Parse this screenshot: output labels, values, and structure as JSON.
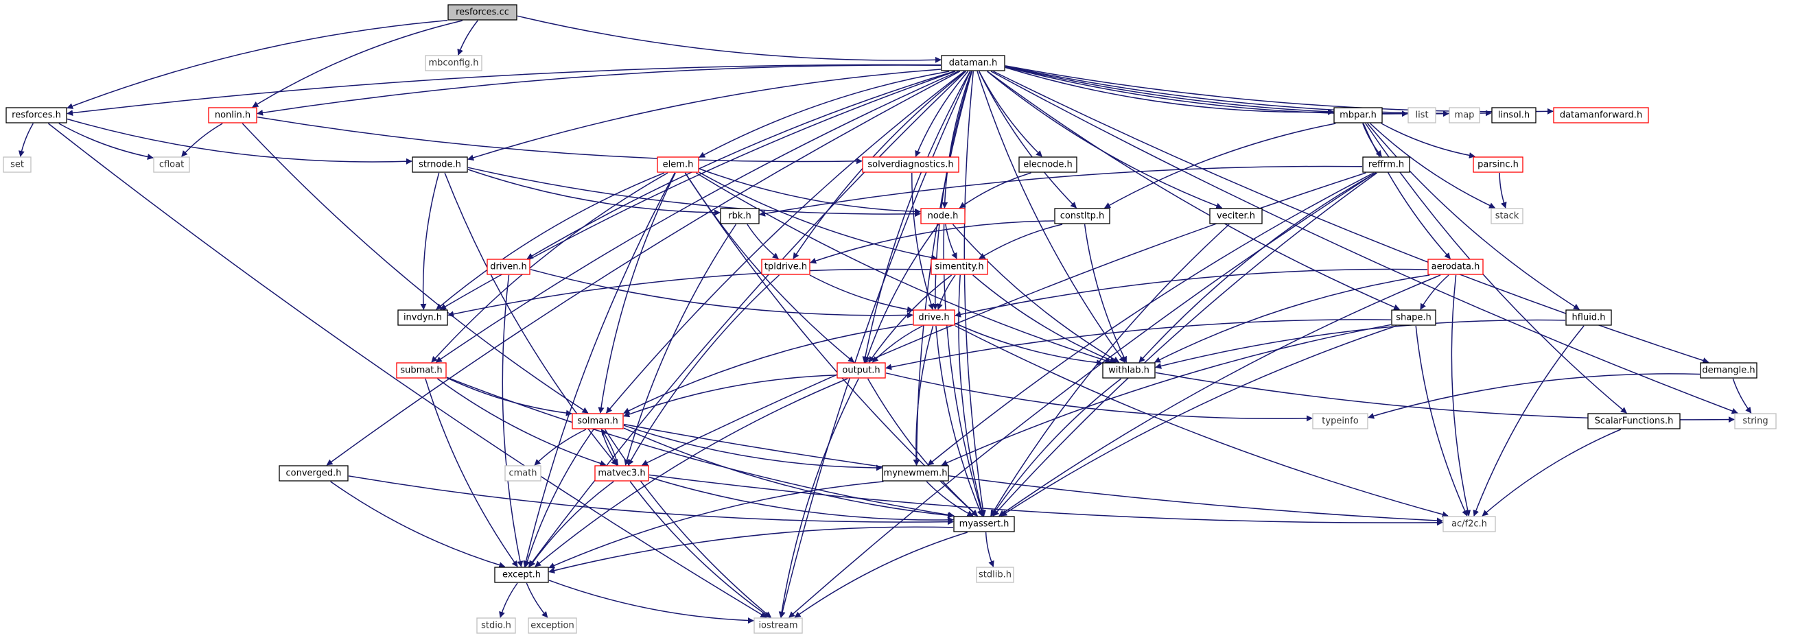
{
  "title": "resforces.cc",
  "colors": {
    "edge": "#191970",
    "root_fill": "#bfbfbf",
    "node_border": "#000000",
    "incomplete_border": "#ff0000",
    "system_border": "#bfbfbf"
  },
  "nodes": [
    {
      "id": "resforces_cc",
      "label": "resforces.cc",
      "kind": "root"
    },
    {
      "id": "mbconfig",
      "label": "mbconfig.h",
      "kind": "sys"
    },
    {
      "id": "dataman",
      "label": "dataman.h",
      "kind": "normal"
    },
    {
      "id": "resforces_h",
      "label": "resforces.h",
      "kind": "normal"
    },
    {
      "id": "nonlin",
      "label": "nonlin.h",
      "kind": "red"
    },
    {
      "id": "set",
      "label": "set",
      "kind": "sys"
    },
    {
      "id": "cfloat",
      "label": "cfloat",
      "kind": "sys"
    },
    {
      "id": "strnode",
      "label": "strnode.h",
      "kind": "normal"
    },
    {
      "id": "elem",
      "label": "elem.h",
      "kind": "red"
    },
    {
      "id": "solverdiag",
      "label": "solverdiagnostics.h",
      "kind": "red"
    },
    {
      "id": "elecnode",
      "label": "elecnode.h",
      "kind": "normal"
    },
    {
      "id": "mbpar",
      "label": "mbpar.h",
      "kind": "normal"
    },
    {
      "id": "list",
      "label": "list",
      "kind": "sys"
    },
    {
      "id": "map",
      "label": "map",
      "kind": "sys"
    },
    {
      "id": "linsol",
      "label": "linsol.h",
      "kind": "normal"
    },
    {
      "id": "datamanfwd",
      "label": "datamanforward.h",
      "kind": "red"
    },
    {
      "id": "reffrm",
      "label": "reffrm.h",
      "kind": "normal"
    },
    {
      "id": "parsinc",
      "label": "parsinc.h",
      "kind": "red"
    },
    {
      "id": "stack",
      "label": "stack",
      "kind": "sys"
    },
    {
      "id": "rbk",
      "label": "rbk.h",
      "kind": "normal"
    },
    {
      "id": "node",
      "label": "node.h",
      "kind": "red"
    },
    {
      "id": "constltp",
      "label": "constltp.h",
      "kind": "normal"
    },
    {
      "id": "veciter",
      "label": "veciter.h",
      "kind": "normal"
    },
    {
      "id": "driven",
      "label": "driven.h",
      "kind": "red"
    },
    {
      "id": "tpldrive",
      "label": "tpldrive.h",
      "kind": "red"
    },
    {
      "id": "simentity",
      "label": "simentity.h",
      "kind": "red"
    },
    {
      "id": "aerodata",
      "label": "aerodata.h",
      "kind": "red"
    },
    {
      "id": "invdyn",
      "label": "invdyn.h",
      "kind": "normal"
    },
    {
      "id": "drive",
      "label": "drive.h",
      "kind": "red"
    },
    {
      "id": "shape",
      "label": "shape.h",
      "kind": "normal"
    },
    {
      "id": "hfluid",
      "label": "hfluid.h",
      "kind": "normal"
    },
    {
      "id": "submat",
      "label": "submat.h",
      "kind": "red"
    },
    {
      "id": "output",
      "label": "output.h",
      "kind": "red"
    },
    {
      "id": "withlab",
      "label": "withlab.h",
      "kind": "normal"
    },
    {
      "id": "demangle",
      "label": "demangle.h",
      "kind": "normal"
    },
    {
      "id": "solman",
      "label": "solman.h",
      "kind": "red"
    },
    {
      "id": "typeinfo",
      "label": "typeinfo",
      "kind": "sys"
    },
    {
      "id": "scalarfn",
      "label": "ScalarFunctions.h",
      "kind": "normal"
    },
    {
      "id": "string",
      "label": "string",
      "kind": "sys"
    },
    {
      "id": "converged",
      "label": "converged.h",
      "kind": "normal"
    },
    {
      "id": "cmath",
      "label": "cmath",
      "kind": "sys"
    },
    {
      "id": "matvec3",
      "label": "matvec3.h",
      "kind": "red"
    },
    {
      "id": "mynewmem",
      "label": "mynewmem.h",
      "kind": "normal"
    },
    {
      "id": "myassert",
      "label": "myassert.h",
      "kind": "normal"
    },
    {
      "id": "f2c",
      "label": "ac/f2c.h",
      "kind": "sys"
    },
    {
      "id": "except",
      "label": "except.h",
      "kind": "normal"
    },
    {
      "id": "stdlib",
      "label": "stdlib.h",
      "kind": "sys"
    },
    {
      "id": "stdio",
      "label": "stdio.h",
      "kind": "sys"
    },
    {
      "id": "exception",
      "label": "exception",
      "kind": "sys"
    },
    {
      "id": "iostream",
      "label": "iostream",
      "kind": "sys"
    }
  ],
  "edges": [
    [
      "resforces_cc",
      "mbconfig"
    ],
    [
      "resforces_cc",
      "dataman"
    ],
    [
      "resforces_cc",
      "resforces_h"
    ],
    [
      "resforces_cc",
      "nonlin"
    ],
    [
      "dataman",
      "resforces_h"
    ],
    [
      "dataman",
      "nonlin"
    ],
    [
      "dataman",
      "strnode"
    ],
    [
      "dataman",
      "elem"
    ],
    [
      "dataman",
      "solverdiag"
    ],
    [
      "dataman",
      "elecnode"
    ],
    [
      "dataman",
      "mbpar"
    ],
    [
      "dataman",
      "list"
    ],
    [
      "dataman",
      "map"
    ],
    [
      "dataman",
      "linsol"
    ],
    [
      "dataman",
      "datamanfwd"
    ],
    [
      "dataman",
      "node"
    ],
    [
      "dataman",
      "constltp"
    ],
    [
      "dataman",
      "veciter"
    ],
    [
      "dataman",
      "driven"
    ],
    [
      "dataman",
      "tpldrive"
    ],
    [
      "dataman",
      "invdyn"
    ],
    [
      "dataman",
      "drive"
    ],
    [
      "dataman",
      "shape"
    ],
    [
      "dataman",
      "submat"
    ],
    [
      "dataman",
      "output"
    ],
    [
      "dataman",
      "withlab"
    ],
    [
      "dataman",
      "demangle"
    ],
    [
      "dataman",
      "solman"
    ],
    [
      "dataman",
      "string"
    ],
    [
      "dataman",
      "converged"
    ],
    [
      "dataman",
      "mynewmem"
    ],
    [
      "dataman",
      "myassert"
    ],
    [
      "dataman",
      "except"
    ],
    [
      "dataman",
      "iostream"
    ],
    [
      "resforces_h",
      "set"
    ],
    [
      "resforces_h",
      "cfloat"
    ],
    [
      "resforces_h",
      "strnode"
    ],
    [
      "resforces_h",
      "iostream"
    ],
    [
      "nonlin",
      "cfloat"
    ],
    [
      "nonlin",
      "solverdiag"
    ],
    [
      "nonlin",
      "solman"
    ],
    [
      "strnode",
      "rbk"
    ],
    [
      "strnode",
      "node"
    ],
    [
      "strnode",
      "invdyn"
    ],
    [
      "strnode",
      "matvec3"
    ],
    [
      "elem",
      "node"
    ],
    [
      "elem",
      "simentity"
    ],
    [
      "elem",
      "withlab"
    ],
    [
      "elem",
      "output"
    ],
    [
      "elem",
      "invdyn"
    ],
    [
      "elem",
      "submat"
    ],
    [
      "elem",
      "solman"
    ],
    [
      "elem",
      "myassert"
    ],
    [
      "elem",
      "except"
    ],
    [
      "solverdiag",
      "drive"
    ],
    [
      "elecnode",
      "node"
    ],
    [
      "mbpar",
      "constltp"
    ],
    [
      "mbpar",
      "reffrm"
    ],
    [
      "mbpar",
      "parsinc"
    ],
    [
      "mbpar",
      "stack"
    ],
    [
      "mbpar",
      "aerodata"
    ],
    [
      "mbpar",
      "hfluid"
    ],
    [
      "mbpar",
      "scalarfn"
    ],
    [
      "reffrm",
      "rbk"
    ],
    [
      "reffrm",
      "withlab"
    ],
    [
      "reffrm",
      "matvec3"
    ],
    [
      "reffrm",
      "mynewmem"
    ],
    [
      "reffrm",
      "myassert"
    ],
    [
      "reffrm",
      "iostream"
    ],
    [
      "parsinc",
      "stack"
    ],
    [
      "rbk",
      "tpldrive"
    ],
    [
      "rbk",
      "matvec3"
    ],
    [
      "node",
      "simentity"
    ],
    [
      "node",
      "output"
    ],
    [
      "node",
      "withlab"
    ],
    [
      "node",
      "myassert"
    ],
    [
      "constltp",
      "tpldrive"
    ],
    [
      "constltp",
      "simentity"
    ],
    [
      "constltp",
      "withlab"
    ],
    [
      "veciter",
      "myassert"
    ],
    [
      "driven",
      "drive"
    ],
    [
      "driven",
      "except"
    ],
    [
      "tpldrive",
      "drive"
    ],
    [
      "tpldrive",
      "matvec3"
    ],
    [
      "simentity",
      "invdyn"
    ],
    [
      "simentity",
      "drive"
    ],
    [
      "simentity",
      "output"
    ],
    [
      "simentity",
      "withlab"
    ],
    [
      "simentity",
      "myassert"
    ],
    [
      "aerodata",
      "drive"
    ],
    [
      "aerodata",
      "shape"
    ],
    [
      "aerodata",
      "withlab"
    ],
    [
      "aerodata",
      "myassert"
    ],
    [
      "aerodata",
      "f2c"
    ],
    [
      "drive",
      "output"
    ],
    [
      "drive",
      "withlab"
    ],
    [
      "drive",
      "solman"
    ],
    [
      "drive",
      "mynewmem"
    ],
    [
      "drive",
      "myassert"
    ],
    [
      "drive",
      "f2c"
    ],
    [
      "shape",
      "output"
    ],
    [
      "shape",
      "mynewmem"
    ],
    [
      "shape",
      "myassert"
    ],
    [
      "shape",
      "f2c"
    ],
    [
      "hfluid",
      "withlab"
    ],
    [
      "hfluid",
      "f2c"
    ],
    [
      "submat",
      "solman"
    ],
    [
      "submat",
      "matvec3"
    ],
    [
      "submat",
      "myassert"
    ],
    [
      "submat",
      "except"
    ],
    [
      "output",
      "solman"
    ],
    [
      "output",
      "typeinfo"
    ],
    [
      "output",
      "myassert"
    ],
    [
      "output",
      "except"
    ],
    [
      "output",
      "iostream"
    ],
    [
      "withlab",
      "string"
    ],
    [
      "withlab",
      "myassert"
    ],
    [
      "demangle",
      "typeinfo"
    ],
    [
      "demangle",
      "string"
    ],
    [
      "solman",
      "cmath"
    ],
    [
      "solman",
      "matvec3"
    ],
    [
      "solman",
      "mynewmem"
    ],
    [
      "solman",
      "myassert"
    ],
    [
      "solman",
      "f2c"
    ],
    [
      "solman",
      "except"
    ],
    [
      "solman",
      "iostream"
    ],
    [
      "scalarfn",
      "f2c"
    ],
    [
      "converged",
      "myassert"
    ],
    [
      "converged",
      "except"
    ],
    [
      "matvec3",
      "solman"
    ],
    [
      "matvec3",
      "myassert"
    ],
    [
      "matvec3",
      "f2c"
    ],
    [
      "matvec3",
      "except"
    ],
    [
      "matvec3",
      "iostream"
    ],
    [
      "mynewmem",
      "myassert"
    ],
    [
      "mynewmem",
      "except"
    ],
    [
      "myassert",
      "stdlib"
    ],
    [
      "myassert",
      "except"
    ],
    [
      "myassert",
      "iostream"
    ],
    [
      "except",
      "stdio"
    ],
    [
      "except",
      "exception"
    ],
    [
      "except",
      "iostream"
    ]
  ]
}
